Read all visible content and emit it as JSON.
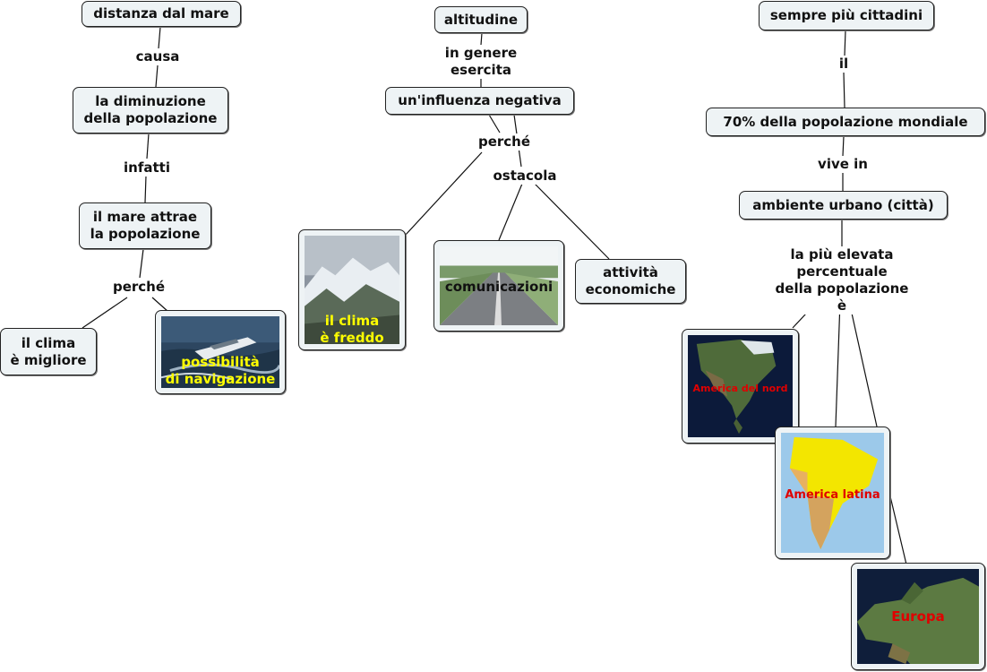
{
  "nodes": {
    "distanza": "distanza dal mare",
    "diminuzione": "la diminuzione\ndella popolazione",
    "mare_attrae": "il mare attrae\nla popolazione",
    "clima_migliore": "il clima\nè migliore",
    "navigazione": "possibilità\ndi navigazione",
    "altitudine": "altitudine",
    "influenza": "un'influenza negativa",
    "clima_freddo": "il clima\nè freddo",
    "comunicazioni": "comunicazioni",
    "attivita": "attività\neconomiche",
    "cittadini": "sempre più cittadini",
    "settanta": "70% della popolazione mondiale",
    "urbano": "ambiente urbano (città)",
    "nord": "America del nord",
    "latina": "America latina",
    "europa": "Europa"
  },
  "links": {
    "causa": "causa",
    "infatti": "infatti",
    "perche1": "perché",
    "esercita": "in genere\nesercita",
    "perche2": "perché",
    "ostacola": "ostacola",
    "il": "il",
    "vive_in": "vive in",
    "elevata": "la più elevata\npercentuale\ndella popolazione è"
  },
  "colors": {
    "node_bg": "#eef3f5",
    "caption_yellow": "#ffff00",
    "caption_red": "#e00000"
  }
}
